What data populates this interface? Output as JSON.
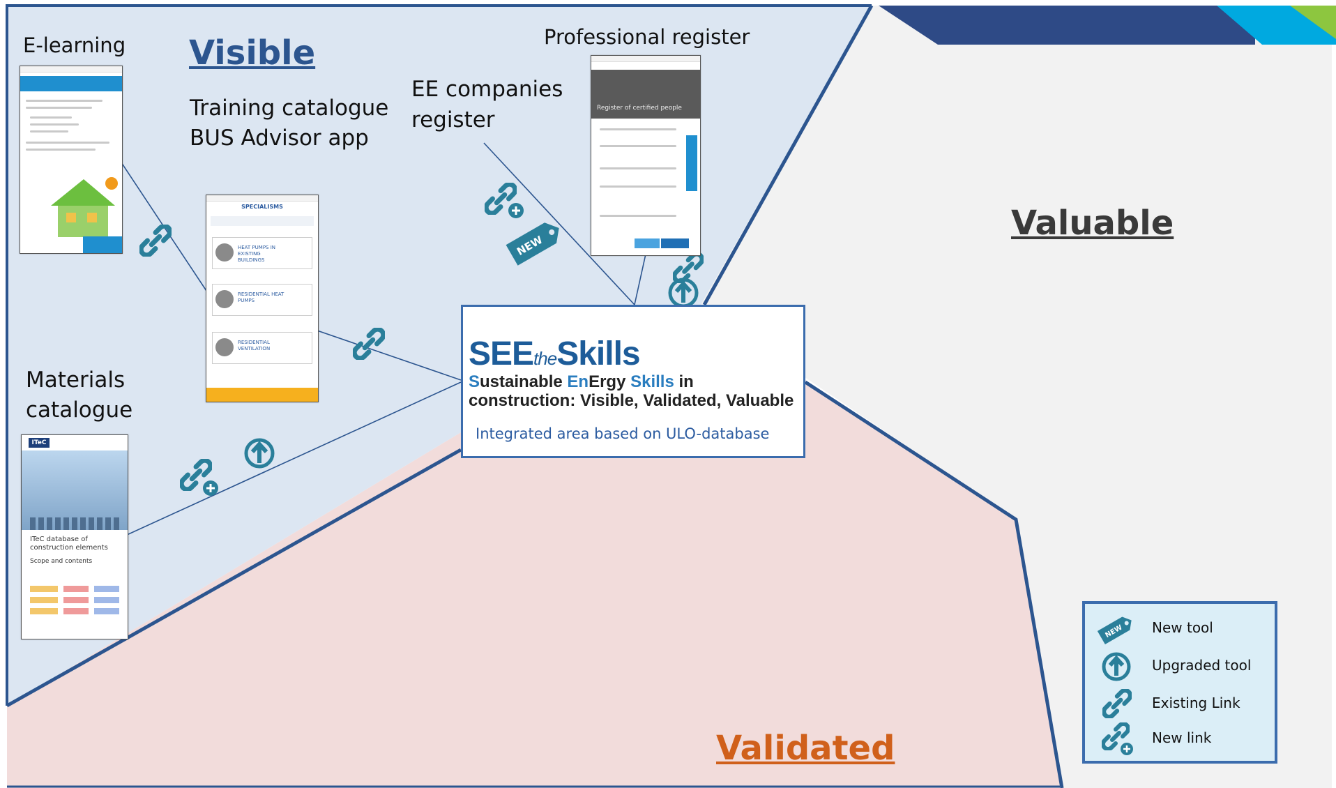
{
  "colors": {
    "visible_region": "#dce6f2",
    "validated_region": "#f2dcdb",
    "valuable_region": "#f2f2f2",
    "outline": "#2c558f",
    "icon_teal": "#2a7f9a",
    "corner_green": "#8dc63f",
    "corner_cyan": "#00a9e0",
    "corner_navy": "#2e4a86"
  },
  "regions": {
    "visible": "Visible",
    "valuable": "Valuable",
    "validated": "Validated"
  },
  "tools": {
    "elearning": "E-learning",
    "training_catalogue": "Training catalogue",
    "bus_advisor": "BUS Advisor app",
    "ee_companies_line1": "EE companies",
    "ee_companies_line2": "register",
    "professional_register": "Professional register",
    "materials_line1": "Materials",
    "materials_line2": "catalogue"
  },
  "center": {
    "brand_prefix": "SEE",
    "brand_mid": "the",
    "brand_suffix": "Skills",
    "tagline_line1_parts": [
      "S",
      "ustainable ",
      "En",
      "Ergy ",
      "Skills",
      " in"
    ],
    "tagline_line2": "construction: Visible, Validated, Valuable",
    "integrated": "Integrated area based on ULO-database"
  },
  "screens": {
    "app_title": "SPECIALISMS",
    "app_items": [
      "HEAT PUMPS IN EXISTING BUILDINGS",
      "RESIDENTIAL HEAT PUMPS",
      "RESIDENTIAL VENTILATION"
    ],
    "register_banner": "Register of certified people",
    "itec_logo": "ITeC",
    "itec_heading": "ITeC database of construction elements",
    "itec_subheading": "Scope and contents"
  },
  "legend": {
    "items": [
      {
        "label": "New tool",
        "icon": "new-tag-icon"
      },
      {
        "label": "Upgraded tool",
        "icon": "upgrade-arrow-icon"
      },
      {
        "label": "Existing Link",
        "icon": "link-icon"
      },
      {
        "label": "New link",
        "icon": "link-plus-icon"
      }
    ]
  }
}
